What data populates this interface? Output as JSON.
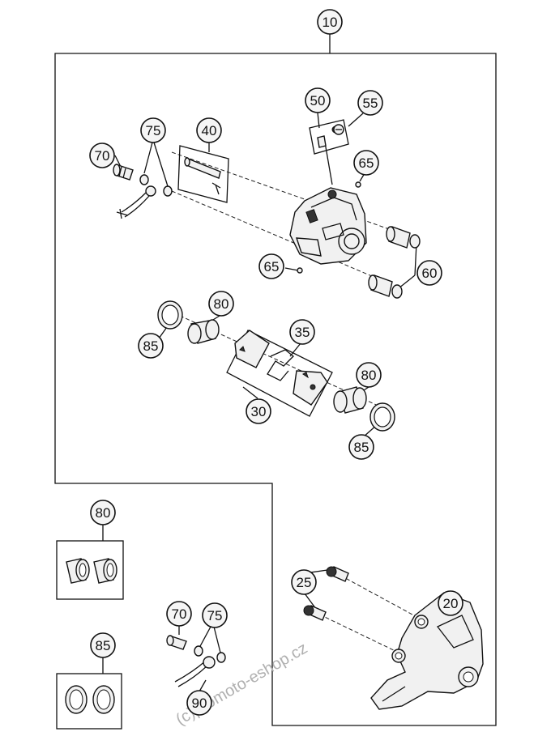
{
  "labels": {
    "l10": "10",
    "l50": "50",
    "l55": "55",
    "l40": "40",
    "l75a": "75",
    "l70a": "70",
    "l65a": "65",
    "l65b": "65",
    "l60": "60",
    "l80a": "80",
    "l85a": "85",
    "l35": "35",
    "l30": "30",
    "l80b": "80",
    "l85b": "85",
    "l80c": "80",
    "l85c": "85",
    "l25": "25",
    "l20": "20",
    "l70b": "70",
    "l75b": "75",
    "l90": "90"
  },
  "watermark": "(c)promoto-eshop.cz"
}
